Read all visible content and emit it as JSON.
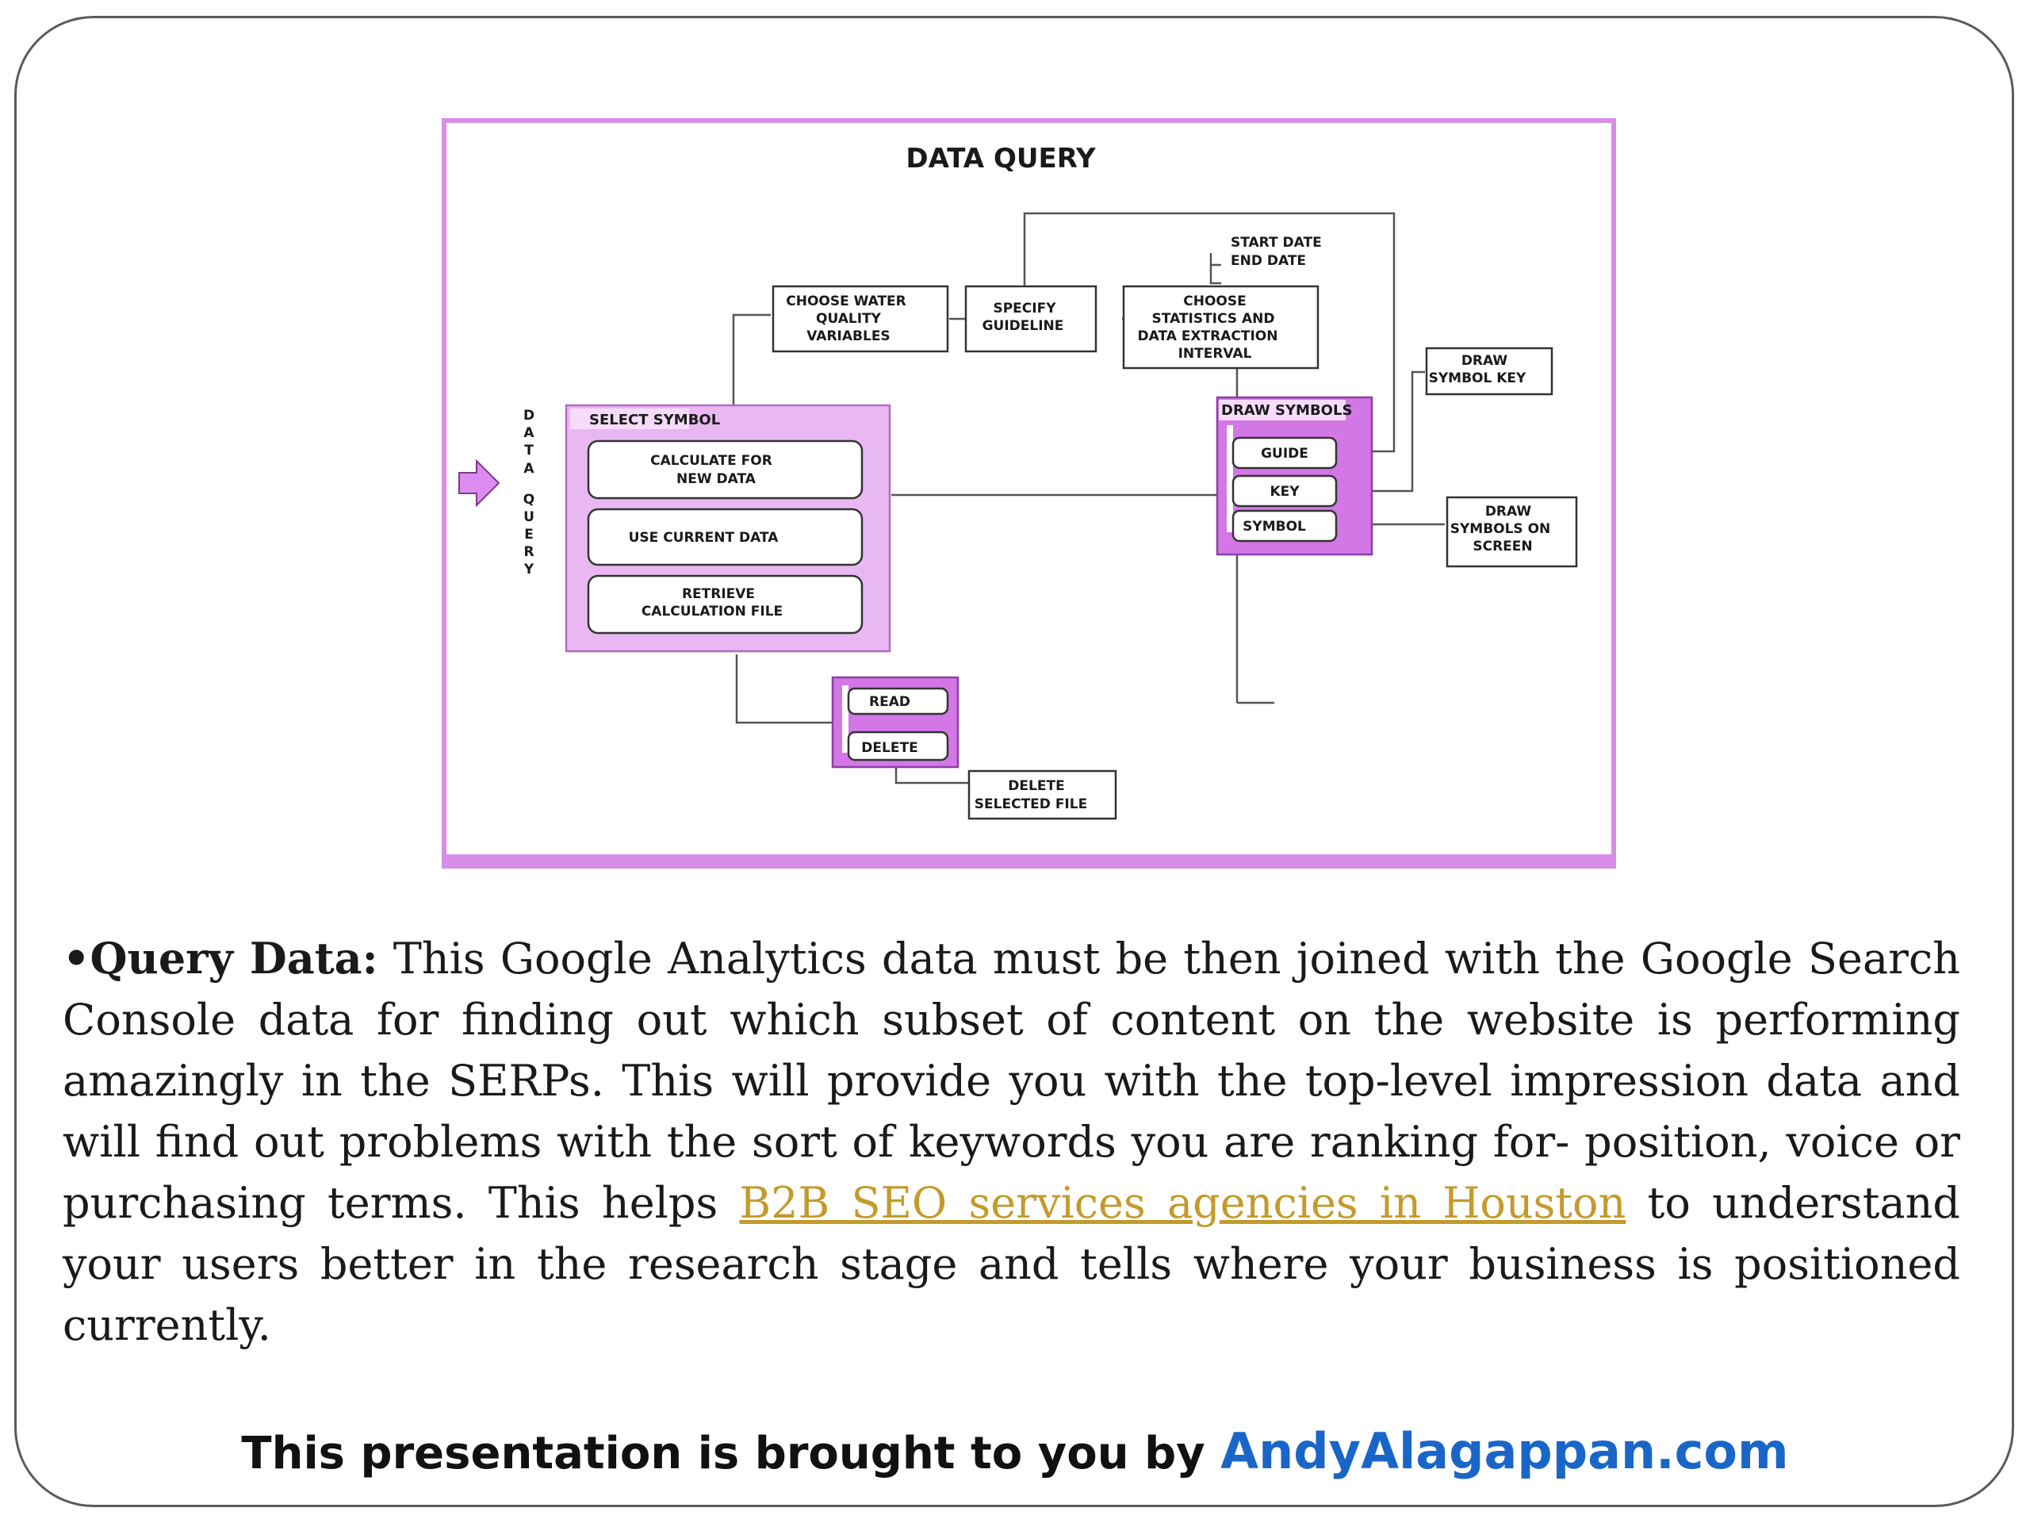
{
  "diagram": {
    "title": "DATA QUERY",
    "side_label": "DATA QUERY",
    "choose_variables": [
      "CHOOSE WATER",
      "QUALITY",
      "VARIABLES"
    ],
    "specify_guideline": [
      "SPECIFY",
      "GUIDELINE"
    ],
    "choose_statistics": [
      "CHOOSE",
      "STATISTICS AND",
      "DATA EXTRACTION",
      "INTERVAL"
    ],
    "start_date": "START DATE",
    "end_date": "END DATE",
    "draw_symbol_key": [
      "DRAW",
      "SYMBOL KEY"
    ],
    "select_symbol": {
      "title": "SELECT SYMBOL",
      "calculate": [
        "CALCULATE FOR",
        "NEW DATA"
      ],
      "use_current": "USE CURRENT DATA",
      "retrieve": [
        "RETRIEVE",
        "CALCULATION FILE"
      ]
    },
    "draw_symbols": {
      "title": "DRAW SYMBOLS",
      "guide": "GUIDE",
      "key": "KEY",
      "symbol": "SYMBOL"
    },
    "draw_on_screen": [
      "DRAW",
      "SYMBOLS ON",
      "SCREEN"
    ],
    "read": "READ",
    "delete": "DELETE",
    "delete_selected": [
      "DELETE",
      "SELECTED FILE"
    ],
    "colors": {
      "frame": "#d88ee8",
      "box_fill": "#e9b8f3",
      "dark_fill": "#d477e6",
      "arrow": "#dc8cf0"
    }
  },
  "paragraph": {
    "lead": "•Query Data:",
    "text_before_link": " This Google Analytics data must be then joined with the Google Search Console data for finding out which subset of content on the website is performing amazingly in the SERPs. This will provide you with the top-level impression data and will find out problems with the sort of keywords you are ranking for- position, voice or purchasing terms. This helps ",
    "link": "B2B SEO services agencies in Houston",
    "text_after_link": " to understand your users better in the research stage and tells where your business is positioned currently."
  },
  "footer": {
    "text": "This presentation is brought to you by ",
    "brand": "AndyAlagappan.com"
  }
}
